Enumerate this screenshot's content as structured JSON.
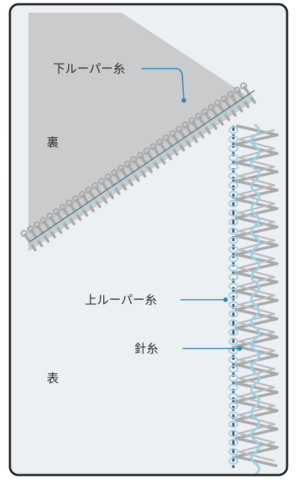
{
  "labels": {
    "lower_looper_thread": "下ルーパー糸",
    "upper_looper_thread": "上ルーパー糸",
    "needle_thread": "針糸",
    "back_side": "裏",
    "front_side": "表"
  },
  "colors": {
    "back_fabric": "#c9cbcd",
    "front_fabric": "#edf0f3",
    "thread_gray": "#a7a9ab",
    "thread_blue": "#9fd0e6",
    "needle_dark": "#4a4c4e",
    "leader_line": "#2a84b5",
    "border": "#1a1a1a"
  }
}
